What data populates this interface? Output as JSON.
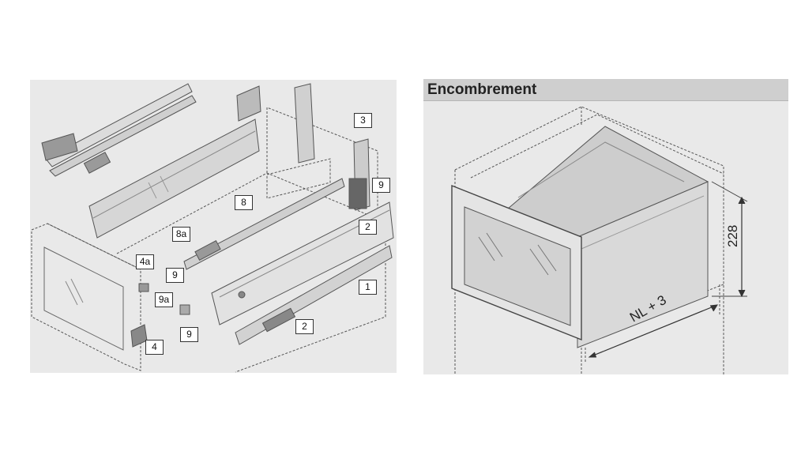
{
  "left_diagram": {
    "callouts": [
      {
        "id": "c1",
        "label": "1"
      },
      {
        "id": "c2a",
        "label": "2"
      },
      {
        "id": "c2b",
        "label": "2"
      },
      {
        "id": "c3",
        "label": "3"
      },
      {
        "id": "c4",
        "label": "4"
      },
      {
        "id": "c4a",
        "label": "4a"
      },
      {
        "id": "c8",
        "label": "8"
      },
      {
        "id": "c8a",
        "label": "8a"
      },
      {
        "id": "c9a",
        "label": "9"
      },
      {
        "id": "c9b",
        "label": "9"
      },
      {
        "id": "c9c",
        "label": "9"
      },
      {
        "id": "c9d",
        "label": "9a"
      }
    ]
  },
  "right_diagram": {
    "title": "Encombrement",
    "height_dimension": "228",
    "width_dimension": "NL + 3"
  }
}
